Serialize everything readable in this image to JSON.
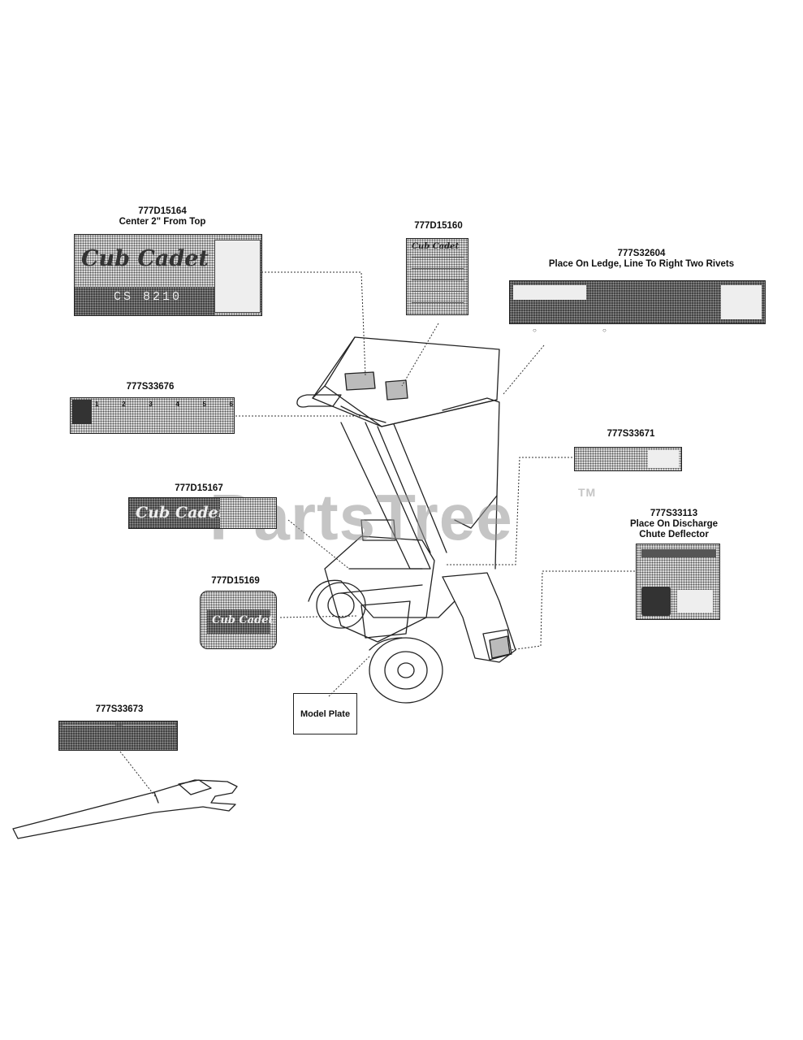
{
  "labels": {
    "d15164_part": "777D15164",
    "d15164_note": "Center 2\" From Top",
    "d15160_part": "777D15160",
    "s32604_part": "777S32604",
    "s32604_note": "Place On Ledge, Line To Right Two Rivets",
    "s33676_part": "777S33676",
    "s33671_part": "777S33671",
    "d15167_part": "777D15167",
    "s33113_part": "777S33113",
    "s33113_note1": "Place On Discharge",
    "s33113_note2": "Chute Deflector",
    "d15169_part": "777D15169",
    "model_plate": "Model Plate",
    "s33673_part": "777S33673"
  },
  "decals": {
    "brand": "Cub Cadet",
    "model": "CS 8210",
    "s33676_steps": [
      "1",
      "2",
      "3",
      "4",
      "5",
      "6"
    ]
  },
  "watermark": {
    "text": "PartsTree",
    "tm": "TM"
  }
}
